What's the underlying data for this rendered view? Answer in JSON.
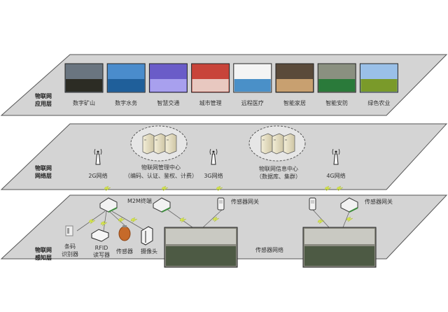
{
  "colors": {
    "layer_fill": "#d4d4d4",
    "layer_stroke": "#555555",
    "lightning": "#d8e84a"
  },
  "application_layer": {
    "title_line1": "物联网",
    "title_line2": "应用层",
    "items": [
      {
        "label": "数字矿山",
        "image": "mine-photo"
      },
      {
        "label": "数字水务",
        "image": "buoy-photo"
      },
      {
        "label": "智慧交通",
        "image": "highway-photo"
      },
      {
        "label": "城市管理",
        "image": "city-building-photo"
      },
      {
        "label": "远程医疗",
        "image": "telemedicine-diagram"
      },
      {
        "label": "智能家居",
        "image": "smart-home-photo"
      },
      {
        "label": "智能安防",
        "image": "security-room-photo"
      },
      {
        "label": "绿色农业",
        "image": "farm-field-photo"
      }
    ]
  },
  "network_layer": {
    "title_line1": "物联网",
    "title_line2": "网络层",
    "networks": [
      "2G网络",
      "3G网络",
      "4G网络"
    ],
    "management_center": {
      "line1": "物联网管理中心",
      "line2": "（编码、认证、鉴权、计费）"
    },
    "info_center": {
      "line1": "物联网信息中心",
      "line2": "（数据库、集群）"
    }
  },
  "perception_layer": {
    "title_line1": "物联网",
    "title_line2": "感知层",
    "m2m_label": "M2M终端",
    "gateway_label_1": "传感器网关",
    "gateway_label_2": "传感器网关",
    "barcode_line1": "条码",
    "barcode_line2": "识别器",
    "rfid_line1": "RFID",
    "rfid_line2": "读写器",
    "sensor_label": "传感器",
    "camera_label": "摄像头",
    "sensor_network_label": "传感器网络"
  }
}
